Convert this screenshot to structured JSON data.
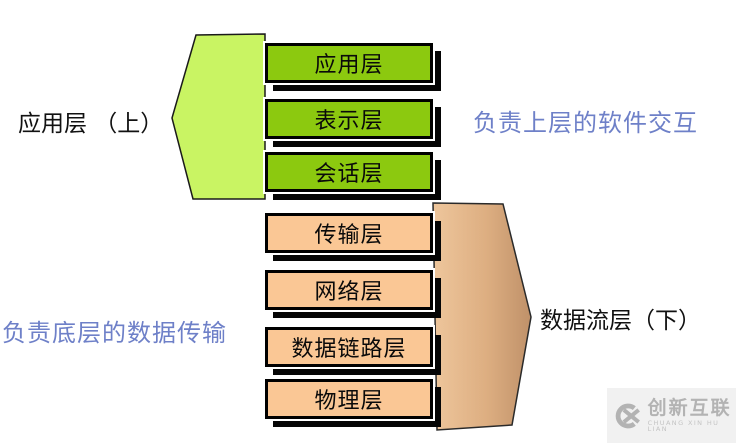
{
  "diagram": {
    "title_hint": "OSI layers grouped diagram",
    "upper_group": {
      "side_label": "应用层 （上）",
      "note": "负责上层的软件交互",
      "layers": [
        "应用层",
        "表示层",
        "会话层"
      ]
    },
    "lower_group": {
      "side_label": "数据流层（下）",
      "note": "负责底层的数据传输",
      "layers": [
        "传输层",
        "网络层",
        "数据链路层",
        "物理层"
      ]
    },
    "colors": {
      "upper_box_fill": "#8cc90f",
      "upper_arrow_fill": "#c9f463",
      "lower_box_fill": "#fac795",
      "lower_arrow_fill_light": "#eec69c",
      "lower_arrow_fill_dark": "#bf9169",
      "note_text_blue": "#6e80c8",
      "border_black": "#000000"
    }
  },
  "watermark": {
    "brand": "创新互联",
    "brand_sub": "CHUANG XIN HU LIAN"
  }
}
